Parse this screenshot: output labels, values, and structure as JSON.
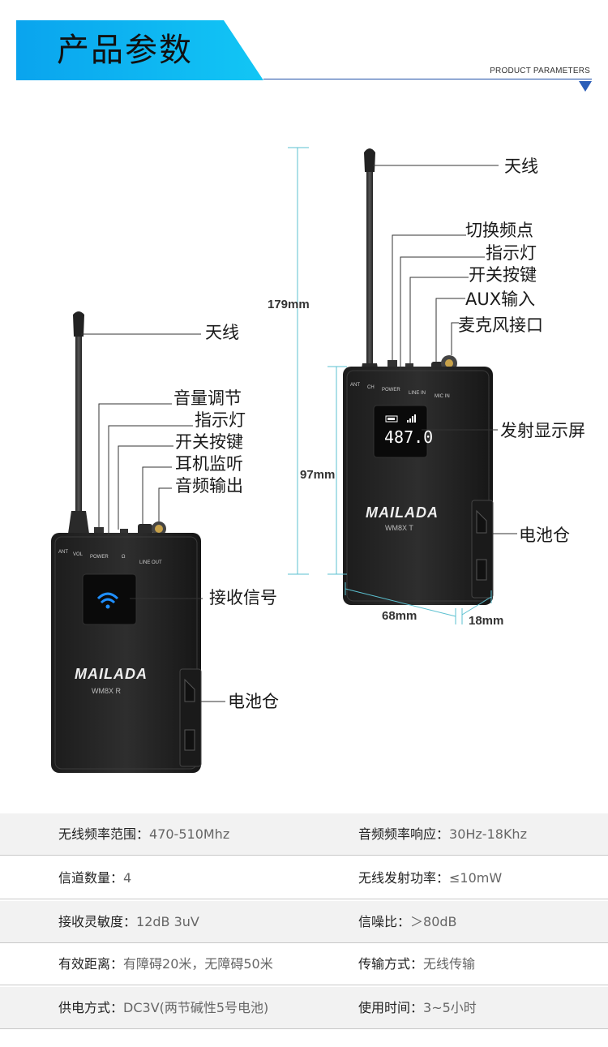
{
  "header": {
    "title": "产品参数",
    "subtitle": "PRODUCT PARAMETERS"
  },
  "receiver": {
    "brand": "MAILADA",
    "model": "WM8X R",
    "ports": [
      "ANT",
      "VOL",
      "POWER",
      "Ω",
      "LINE OUT"
    ],
    "labels": {
      "antenna": "天线",
      "volume": "音量调节",
      "indicator": "指示灯",
      "power": "开关按键",
      "headphone": "耳机监听",
      "audio_out": "音频输出",
      "signal": "接收信号",
      "battery": "电池仓"
    }
  },
  "transmitter": {
    "brand": "MAILADA",
    "model": "WM8X T",
    "ports": [
      "ANT",
      "CH",
      "POWER",
      "LINE IN",
      "MIC IN"
    ],
    "display_value": "487.0",
    "labels": {
      "antenna": "天线",
      "channel": "切换频点",
      "indicator": "指示灯",
      "power": "开关按键",
      "aux": "AUX输入",
      "mic": "麦克风接口",
      "display": "发射显示屏",
      "battery": "电池仓"
    }
  },
  "dimensions": {
    "total_height": "179mm",
    "body_height": "97mm",
    "width": "68mm",
    "depth": "18mm"
  },
  "specs": [
    {
      "left": {
        "key": "无线频率范围：",
        "value": "470-510Mhz"
      },
      "right": {
        "key": "音频频率响应：",
        "value": "30Hz-18Khz"
      }
    },
    {
      "left": {
        "key": "信道数量：",
        "value": "4"
      },
      "right": {
        "key": "无线发射功率：",
        "value": "≤10mW"
      }
    },
    {
      "left": {
        "key": "接收灵敏度：",
        "value": "12dB 3uV"
      },
      "right": {
        "key": "信噪比：",
        "value": "＞80dB"
      }
    },
    {
      "left": {
        "key": "有效距离：",
        "value": "有障碍20米，无障碍50米"
      },
      "right": {
        "key": "传输方式：",
        "value": "无线传输"
      }
    },
    {
      "left": {
        "key": "供电方式：",
        "value": "DC3V(两节碱性5号电池)"
      },
      "right": {
        "key": "使用时间：",
        "value": "3~5小时"
      }
    }
  ]
}
